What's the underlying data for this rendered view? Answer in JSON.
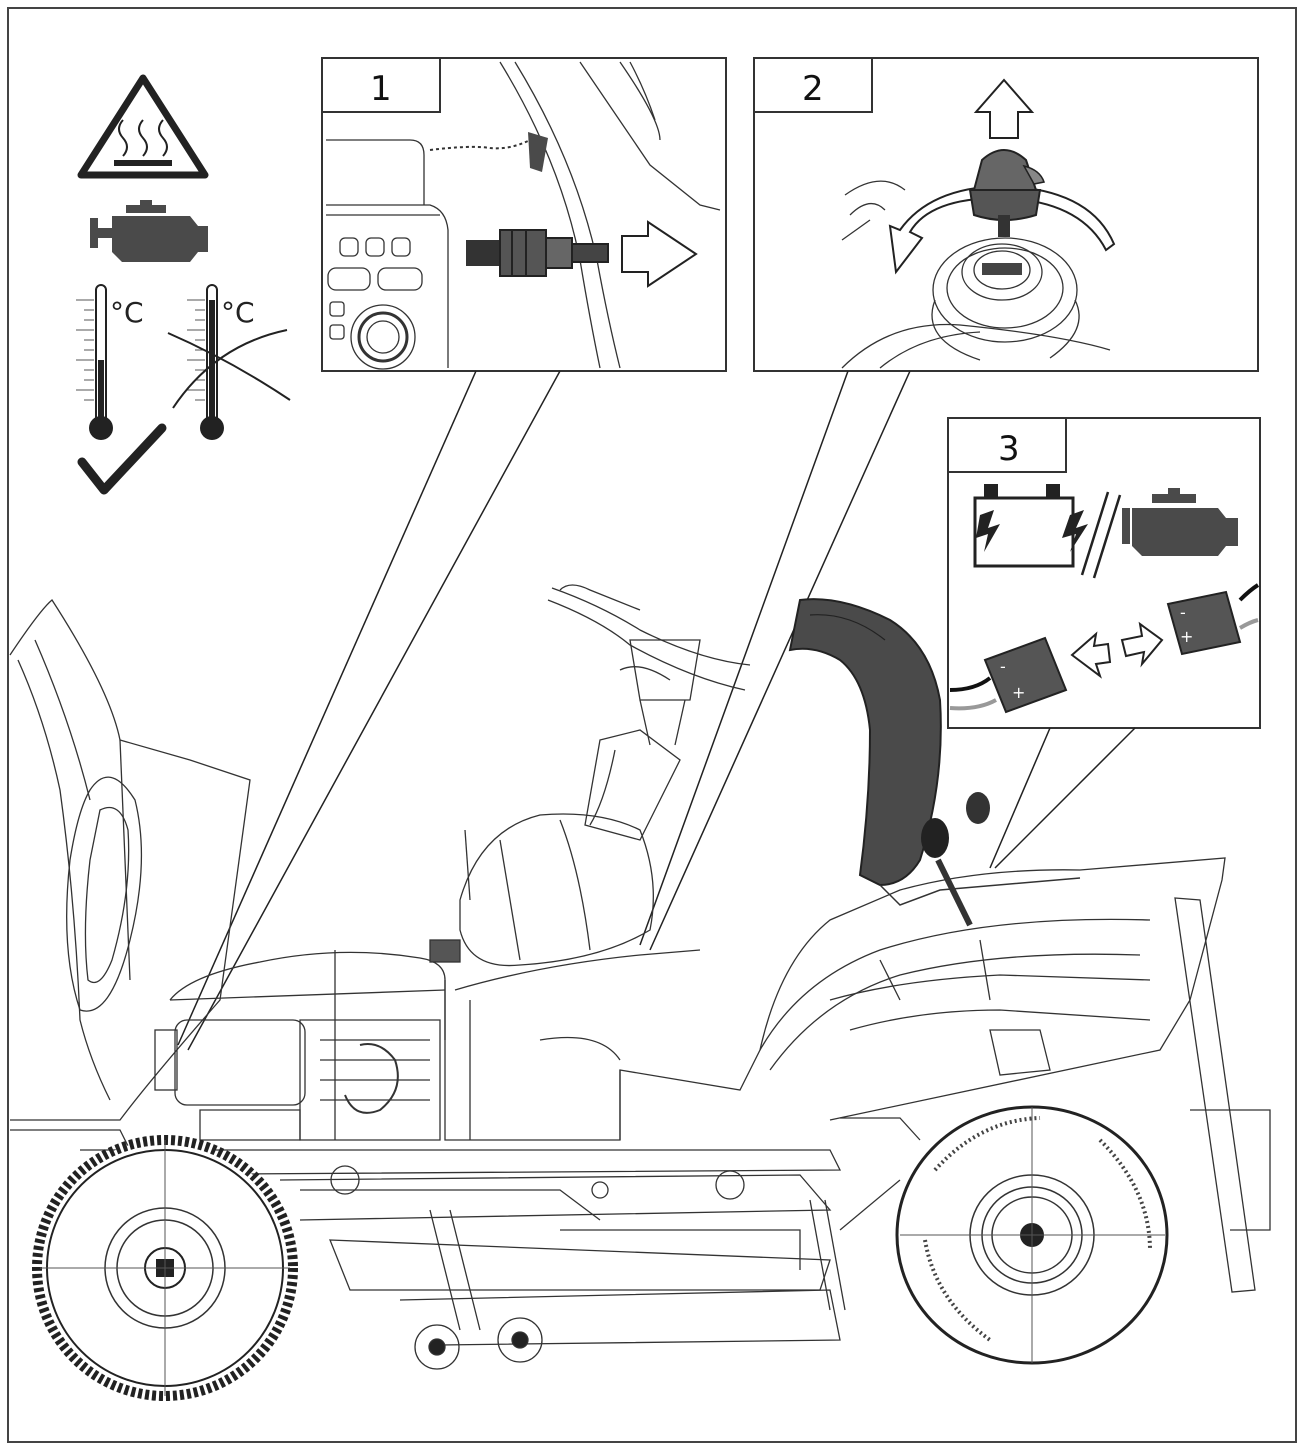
{
  "callouts": [
    {
      "number": "1",
      "subject": "spark-plug-cap"
    },
    {
      "number": "2",
      "subject": "ignition-key"
    },
    {
      "number": "3",
      "subject": "battery-connector"
    }
  ],
  "temperature_unit": "°C",
  "connector_labels": {
    "minus": "-",
    "plus": "+"
  },
  "icons": [
    "hot-surface-warning-icon",
    "engine-icon",
    "thermometer-cold-icon",
    "thermometer-hot-icon",
    "checkmark-icon",
    "cross-icon",
    "battery-icon"
  ],
  "colors": {
    "ink": "#222222",
    "fill_dark": "#4a4a4a",
    "background": "#ffffff"
  }
}
